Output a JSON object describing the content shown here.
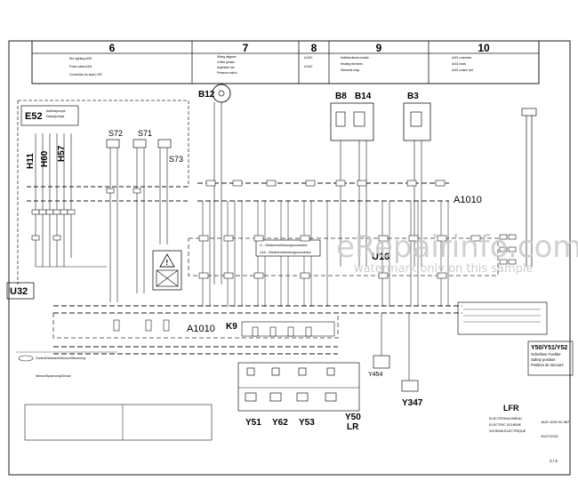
{
  "header": {
    "sections": [
      {
        "number": "6",
        "notes": [
          "Ref. lighting A20E",
          "Power cable A401",
          "Connection (to aspir.) H57"
        ]
      },
      {
        "number": "7",
        "notes": [
          "Wiring diagram",
          "Coffee grinder",
          "Aspiration fan",
          "Pressure switch"
        ]
      },
      {
        "number": "8",
        "notes": [
          "A1010",
          "A1010"
        ]
      },
      {
        "number": "9",
        "notes": [
          "Multifunctional module",
          "Heating elements",
          "Elements relay"
        ]
      },
      {
        "number": "10",
        "notes": [
          "A401 connector",
          "A401 fuses",
          "A401 control unit"
        ]
      }
    ]
  },
  "components": {
    "E52": "E52",
    "E52_sub": [
      "Aufheizpumpe",
      "Dampfpumpe"
    ],
    "H11": "H11",
    "H60": "H60",
    "H57": "H57",
    "S72": "S72",
    "S71": "S71",
    "S73": "S73",
    "B12": "B12",
    "B8": "B8",
    "B14": "B14",
    "B3": "B3",
    "U32": "U32",
    "U16": "U16",
    "A1010_top": "A1010",
    "A1010_mid": "A1010",
    "K9": "K9",
    "Y51": "Y51",
    "Y62": "Y62",
    "Y53": "Y53",
    "Y50": "Y50",
    "LR": "LR",
    "Y454": "Y454",
    "Y347": "Y347",
    "Y50_group": "Y50/Y51/Y52"
  },
  "box_labels": {
    "connector_a": "U→Steckerverbindungsconnector",
    "connector_b": "U16→Steckerverbindungsconnector",
    "y50_group_lines": [
      "Scheifsen Fuehler",
      "Safety position",
      "Position de secours"
    ]
  },
  "legend": {
    "items": [
      "Control/Netzwerk/Sensor/Steuerung",
      "Sensor/Spannung/Schutz"
    ]
  },
  "title_block": {
    "code": "LFR",
    "lines": [
      "ELECTRONIC/MENU",
      "ELECTRIC SCHEME",
      "SCHEMA ELECTRIQUE"
    ],
    "number": "1622 1000 00 587",
    "rev": "10/27/2021",
    "page": "3 / 5"
  },
  "watermark": {
    "line1": "eRepairinfo.com",
    "line2": "watermark only on this sample"
  },
  "colors": {
    "line": "#1a1a1a",
    "grid": "#2a2a2a",
    "watermark": "#c8c8c8",
    "dashed": "#333333"
  }
}
